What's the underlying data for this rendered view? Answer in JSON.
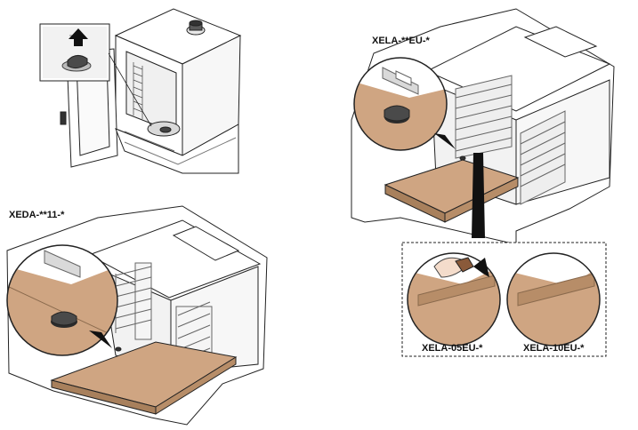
{
  "labels": {
    "xeda": "XEDA-**11-*",
    "xela_eu": "XELA-**EU-*",
    "xela_05": "XELA-05EU-*",
    "xela_10": "XELA-10EU-*"
  },
  "icons": {
    "up_arrow": "arrow-up-icon",
    "knob": "knob-icon"
  },
  "colors": {
    "tray": "#cfa582",
    "tray_edge": "#a8805c",
    "cabinet": "#ffffff",
    "panel": "#eeeeee",
    "rack": "#bdbdbd",
    "knob": "#4a4a4a",
    "line": "#222222"
  }
}
